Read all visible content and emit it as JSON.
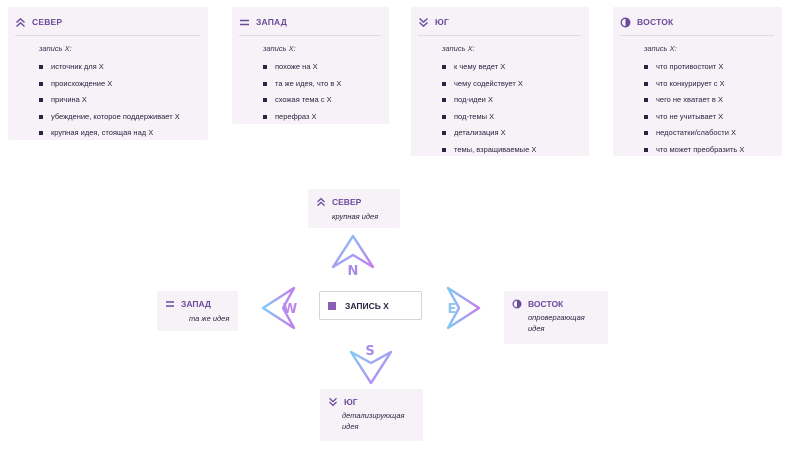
{
  "colors": {
    "accent": "#6b4b9a",
    "card_bg": "#f7f1f8",
    "gradient_start": "#7ecbf5",
    "gradient_end": "#c57bf0"
  },
  "cards": [
    {
      "icon": "double-chevron-up-icon",
      "title": "СЕВЕР",
      "subtitle": "запись X:",
      "items": [
        "источник для X",
        "происхождение X",
        "причина X",
        "убеждение, которое поддерживает X",
        "крупная идея, стоящая над X"
      ]
    },
    {
      "icon": "equals-icon",
      "title": "ЗАПАД",
      "subtitle": "запись X:",
      "items": [
        "похоже на X",
        "та же идея, что в X",
        "схожая тема с X",
        "перефраз X"
      ]
    },
    {
      "icon": "double-chevron-down-icon",
      "title": "ЮГ",
      "subtitle": "запись X:",
      "items": [
        "к чему ведет X",
        "чему содействует X",
        "под-идеи X",
        "под-темы X",
        "детализация X",
        "темы, взращиваемые X"
      ]
    },
    {
      "icon": "half-circle-icon",
      "title": "ВОСТОК",
      "subtitle": "запись X:",
      "items": [
        "что противостоит X",
        "что конкурирует с X",
        "чего не хватает в X",
        "что не учитывает X",
        "недостатки/слабости X",
        "что может преобразить X"
      ]
    }
  ],
  "compass": {
    "center": "ЗАПИСЬ X",
    "north": {
      "title": "СЕВЕР",
      "desc": "крупная идея",
      "letter": "N"
    },
    "west": {
      "title": "ЗАПАД",
      "desc": "та же идея",
      "letter": "W"
    },
    "south": {
      "title": "ЮГ",
      "desc_line1": "детализирующая",
      "desc_line2": "идея",
      "letter": "S"
    },
    "east": {
      "title": "ВОСТОК",
      "desc_line1": "опровергающая",
      "desc_line2": "идея",
      "letter": "E"
    }
  }
}
